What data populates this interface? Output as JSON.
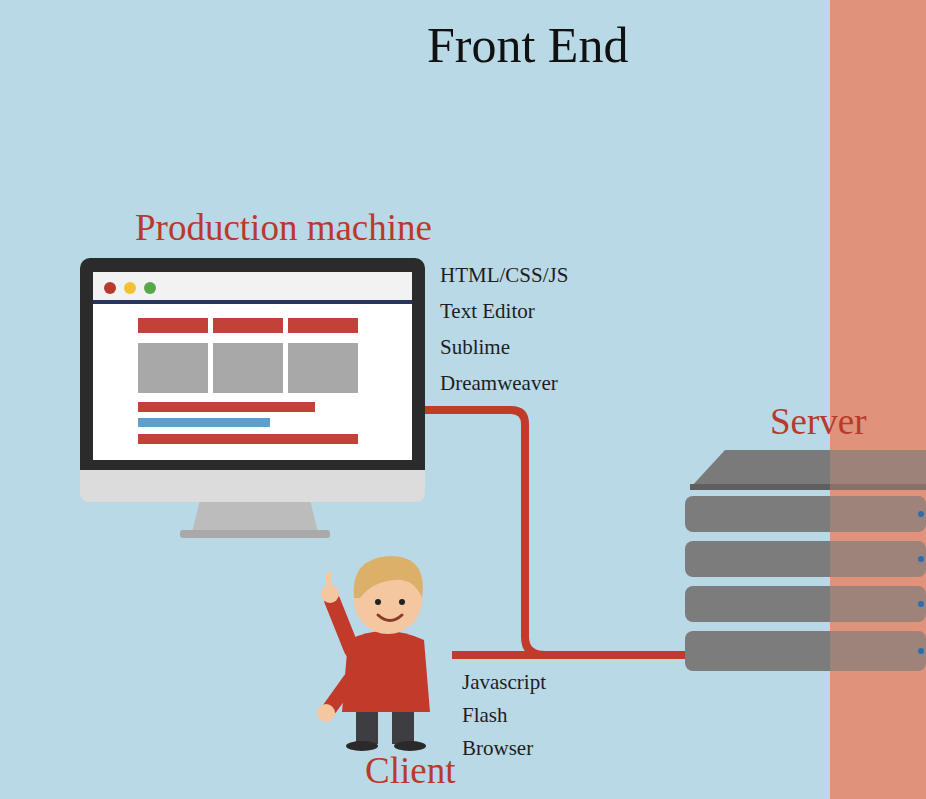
{
  "diagram": {
    "title": "Front End",
    "nodes": [
      {
        "text": [
          "Production machine"
        ]
      },
      {
        "text": [
          "Server"
        ]
      },
      {
        "text": [
          "Client"
        ]
      }
    ],
    "edges": [
      {
        "from": 0,
        "to": 1,
        "arrow": "none"
      },
      {
        "from": 2,
        "to": 1,
        "arrow": "none"
      }
    ],
    "labels": [
      "HTML/CSS/JS",
      "Text Editor",
      "Sublime",
      "Dreamweaver",
      "Javascript",
      "Flash",
      "Browser"
    ]
  }
}
